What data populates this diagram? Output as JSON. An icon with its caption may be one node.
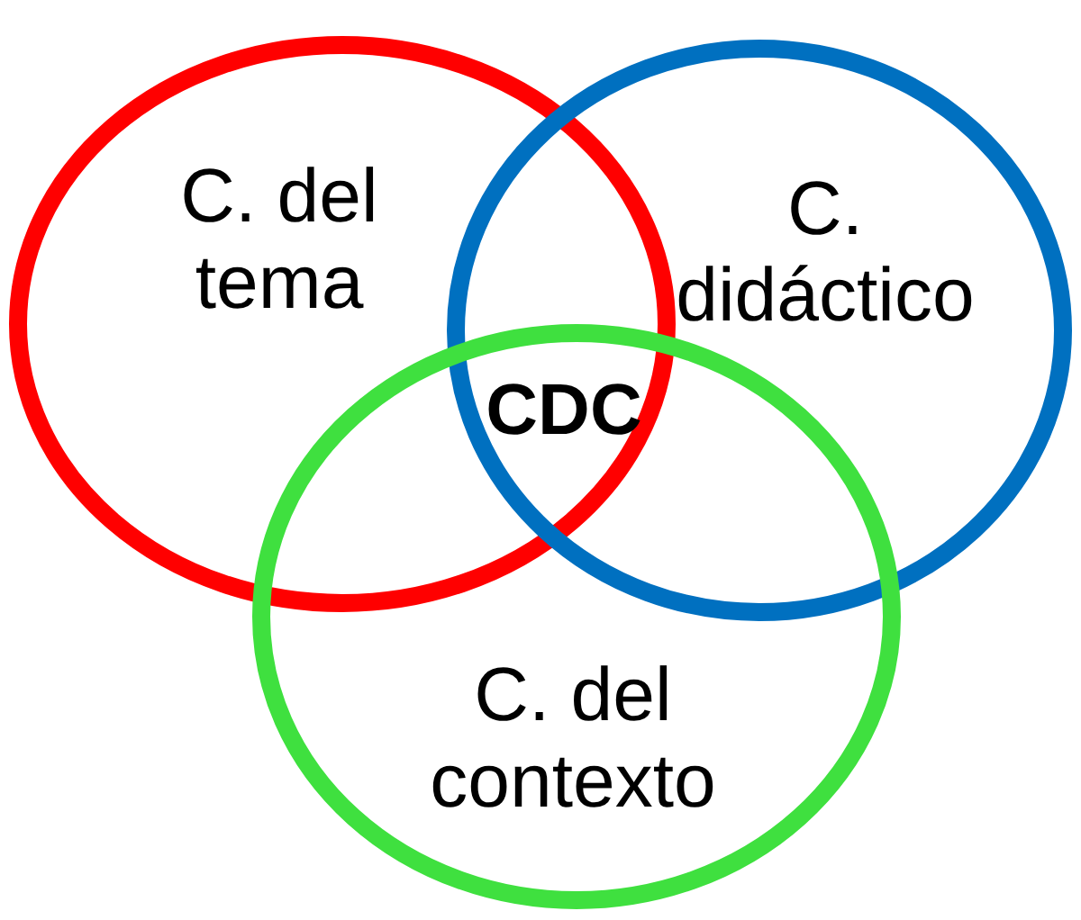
{
  "diagram": {
    "nodes": [
      {
        "text": [
          "C. del tema"
        ]
      },
      {
        "text": [
          "C. didáctico"
        ]
      },
      {
        "text": [
          "C. del contexto"
        ]
      }
    ],
    "edges": [],
    "labels": [
      "CDC"
    ]
  }
}
